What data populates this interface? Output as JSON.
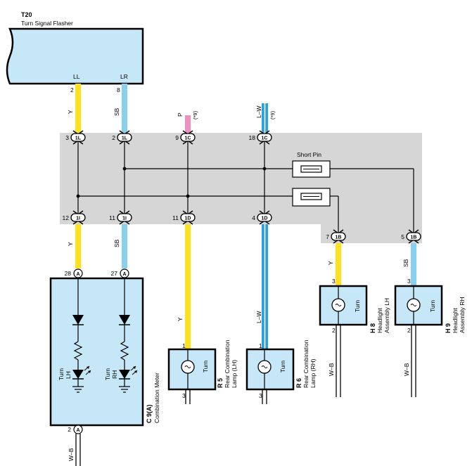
{
  "flasher": {
    "id": "T20",
    "name": "Turn Signal Flasher",
    "pin_ll": "LL",
    "pin_lr": "LR",
    "pin_ll_num": "2",
    "pin_lr_num": "8"
  },
  "wires": {
    "y": "Y",
    "sb": "SB",
    "p": "P",
    "lw": "L–W",
    "wb": "W–B",
    "note9": "(*9)"
  },
  "junction": {
    "top": [
      {
        "pin": "3",
        "conn": "1L"
      },
      {
        "pin": "2",
        "conn": "1L"
      },
      {
        "pin": "9",
        "conn": "1C"
      },
      {
        "pin": "18",
        "conn": "1C"
      }
    ],
    "bottom": [
      {
        "pin": "12",
        "conn": "1I"
      },
      {
        "pin": "11",
        "conn": "1I"
      },
      {
        "pin": "11",
        "conn": "1D"
      },
      {
        "pin": "4",
        "conn": "1D"
      },
      {
        "pin": "7",
        "conn": "1B"
      },
      {
        "pin": "5",
        "conn": "1B"
      }
    ],
    "short_pin": "Short Pin"
  },
  "meter": {
    "id": "C 9(A)",
    "name": "Combination Meter",
    "pin_a1": "28",
    "pin_a2": "27",
    "pin_gnd": "2",
    "conn": "A",
    "turn_lh": [
      "Turn",
      "LH"
    ],
    "turn_rh": [
      "Turn",
      "RH"
    ]
  },
  "r5": {
    "id": "R 5",
    "name": [
      "Rear Combination",
      "Lamp (LH)"
    ],
    "pin_in": "1",
    "pin_gnd": "3",
    "label": "Turn"
  },
  "r6": {
    "id": "R 6",
    "name": [
      "Rear Combination",
      "Lamp (RH)"
    ],
    "pin_in": "1",
    "pin_gnd": "3",
    "label": "Turn"
  },
  "h8": {
    "id": "H 8",
    "name": [
      "Headlight",
      "Assembly LH"
    ],
    "pin_in": "3",
    "pin_gnd": "2",
    "label": "Turn"
  },
  "h9": {
    "id": "H 9",
    "name": [
      "Headlight",
      "Assembly RH"
    ],
    "pin_in": "3",
    "pin_gnd": "2",
    "label": "Turn"
  },
  "colors": {
    "yellow": "#ffe01b",
    "blue": "#88d0f0",
    "pink": "#ee8fc0",
    "cyan": "#2aa0dc",
    "box_fill": "#c6e7f7",
    "junction_fill": "#d6d6d6"
  }
}
